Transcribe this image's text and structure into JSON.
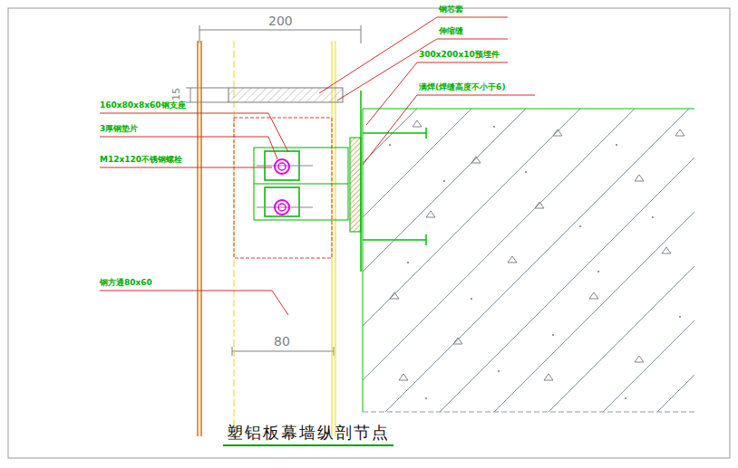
{
  "diagram": {
    "caption": "塑铝板幕墙纵剖节点",
    "labels": [
      "钢芯套",
      "伸缩缝",
      "300x200x10预埋件",
      "满焊(焊缝高度不小于6)",
      "160x80x8x60钢支座",
      "3厚钢垫片",
      "M12x120不锈钢螺栓",
      "钢方通80x60",
      "200",
      "15",
      "80"
    ]
  }
}
